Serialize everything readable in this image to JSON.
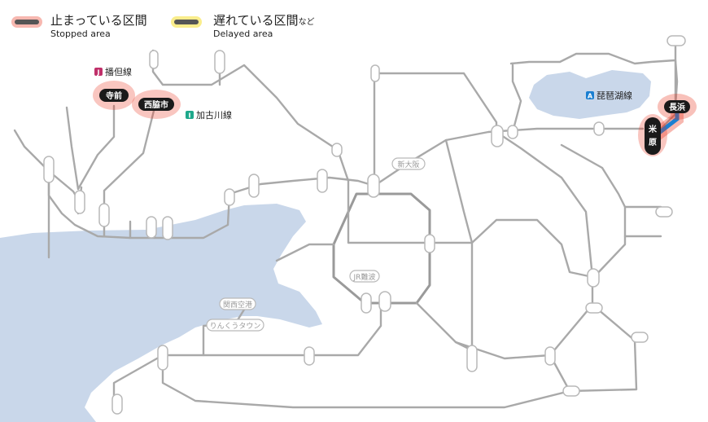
{
  "legend": {
    "stopped_title": "止まっている区間",
    "stopped_sub": "Stopped area",
    "delayed_title": "遅れている区間",
    "delayed_suffix": "など",
    "delayed_sub": "Delayed area",
    "stopped_color": "#e8331c",
    "delayed_color": "#f5d800"
  },
  "line_labels": [
    {
      "id": "bantan",
      "badge": "J",
      "name": "播但線",
      "color": "#c0306a"
    },
    {
      "id": "kakogawa",
      "badge": "I",
      "name": "加古川線",
      "color": "#1ea88b"
    },
    {
      "id": "biwako",
      "badge": "A",
      "name": "琵琶湖線",
      "color": "#1b7fd1"
    }
  ],
  "highlight_stations": [
    {
      "id": "teramae",
      "name": "寺前",
      "status": "stopped"
    },
    {
      "id": "nishiwakishi",
      "name": "西脇市",
      "status": "stopped"
    },
    {
      "id": "nagahama",
      "name": "長浜",
      "status": "stopped"
    },
    {
      "id": "maibara",
      "name": "米原",
      "status": "stopped"
    }
  ],
  "stations": [
    {
      "id": "shinosaka",
      "name": "新大阪"
    },
    {
      "id": "jrnamba",
      "name": "JR難波"
    },
    {
      "id": "kansai_airport",
      "name": "関西空港"
    },
    {
      "id": "rinku",
      "name": "りんくうタウン"
    }
  ],
  "colors": {
    "water": "#c9d7ea",
    "track": "#a9a9a9",
    "loop": "#9a9a9a",
    "blue_route": "#1b7fd1",
    "dark": "#1a1a1a"
  }
}
